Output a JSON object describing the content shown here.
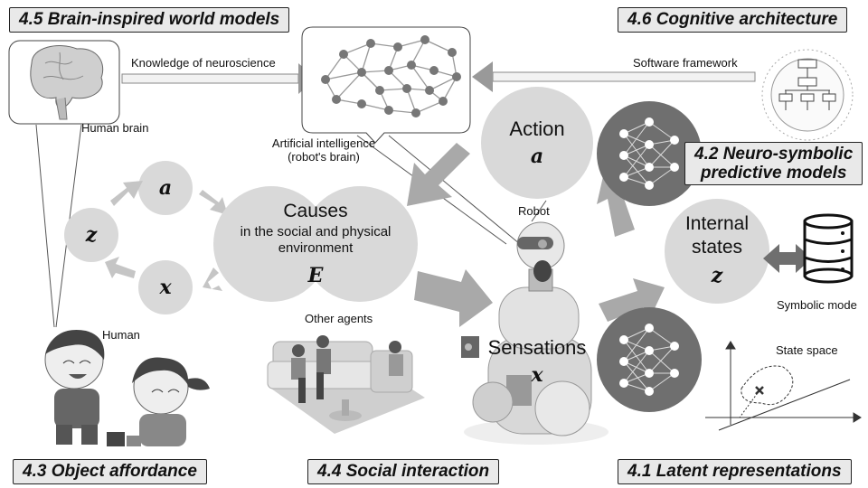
{
  "sections": {
    "brain_models": "4.5 Brain-inspired world models",
    "cognitive_arch": "4.6 Cognitive architecture",
    "neuro_symbolic_line1": "4.2 Neuro-symbolic",
    "neuro_symbolic_line2": "predictive models",
    "object_affordance": "4.3 Object affordance",
    "social_interaction": "4.4 Social interaction",
    "latent_repr": "4.1 Latent  representations"
  },
  "labels": {
    "knowledge": "Knowledge of neuroscience",
    "human_brain": "Human brain",
    "ai_line1": "Artificial intelligence",
    "ai_line2": "(robot's brain)",
    "software": "Software framework",
    "robot": "Robot",
    "human": "Human",
    "other_agents": "Other agents",
    "symbolic_model": "Symbolic mode",
    "state_space": "State space"
  },
  "nodes": {
    "action_title": "Action",
    "action_var": "a",
    "causes_title": "Causes",
    "causes_sub1": "in the social and physical",
    "causes_sub2": "environment",
    "causes_var": "E",
    "internal_line1": "Internal",
    "internal_line2": "states",
    "internal_var": "z",
    "sensations_title": "Sensations",
    "sensations_var": "x",
    "loop_a": "a",
    "loop_z": "z",
    "loop_x": "x"
  },
  "colors": {
    "circle": "#d9d9d9",
    "arrow": "#a9a9a9",
    "dark_node": "#6f6f6f",
    "label_box": "#e9e9e9"
  }
}
